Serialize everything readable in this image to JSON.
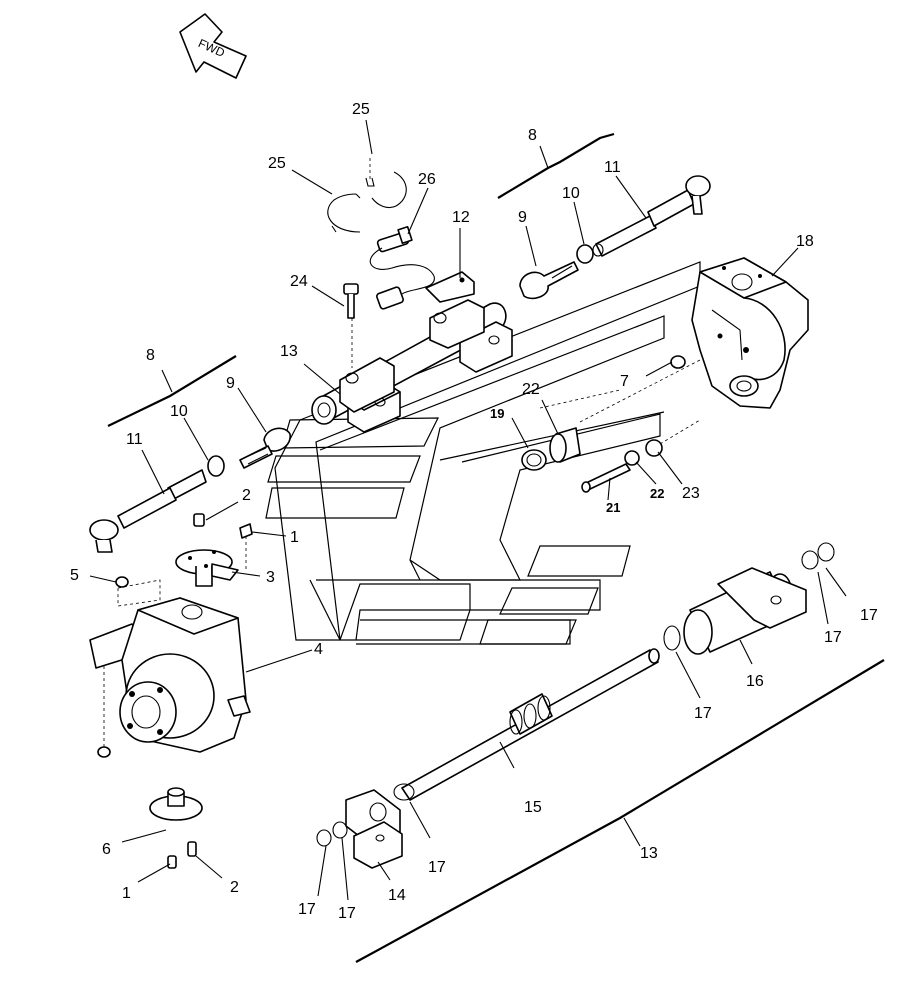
{
  "direction_arrow": {
    "text": "FWD"
  },
  "callouts": [
    {
      "id": "c25a",
      "text": "25"
    },
    {
      "id": "c25b",
      "text": "25"
    },
    {
      "id": "c26",
      "text": "26"
    },
    {
      "id": "c24",
      "text": "24"
    },
    {
      "id": "c12",
      "text": "12"
    },
    {
      "id": "c8a",
      "text": "8"
    },
    {
      "id": "c10a",
      "text": "10"
    },
    {
      "id": "c11a",
      "text": "11"
    },
    {
      "id": "c9a",
      "text": "9"
    },
    {
      "id": "c18",
      "text": "18"
    },
    {
      "id": "c13a",
      "text": "13"
    },
    {
      "id": "c8b",
      "text": "8"
    },
    {
      "id": "c9b",
      "text": "9"
    },
    {
      "id": "c10b",
      "text": "10"
    },
    {
      "id": "c11b",
      "text": "11"
    },
    {
      "id": "c7",
      "text": "7"
    },
    {
      "id": "c22a",
      "text": "22"
    },
    {
      "id": "c19",
      "text": "19"
    },
    {
      "id": "c2a",
      "text": "2"
    },
    {
      "id": "c1a",
      "text": "1"
    },
    {
      "id": "c5",
      "text": "5"
    },
    {
      "id": "c3",
      "text": "3"
    },
    {
      "id": "c21",
      "text": "21"
    },
    {
      "id": "c22b",
      "text": "22"
    },
    {
      "id": "c23",
      "text": "23"
    },
    {
      "id": "c4",
      "text": "4"
    },
    {
      "id": "c17a",
      "text": "17"
    },
    {
      "id": "c17b",
      "text": "17"
    },
    {
      "id": "c16",
      "text": "16"
    },
    {
      "id": "c17c",
      "text": "17"
    },
    {
      "id": "c15",
      "text": "15"
    },
    {
      "id": "c6",
      "text": "6"
    },
    {
      "id": "c1b",
      "text": "1"
    },
    {
      "id": "c2b",
      "text": "2"
    },
    {
      "id": "c17d",
      "text": "17"
    },
    {
      "id": "c13b",
      "text": "13"
    },
    {
      "id": "c17e",
      "text": "17"
    },
    {
      "id": "c17f",
      "text": "17"
    },
    {
      "id": "c14",
      "text": "14"
    }
  ]
}
